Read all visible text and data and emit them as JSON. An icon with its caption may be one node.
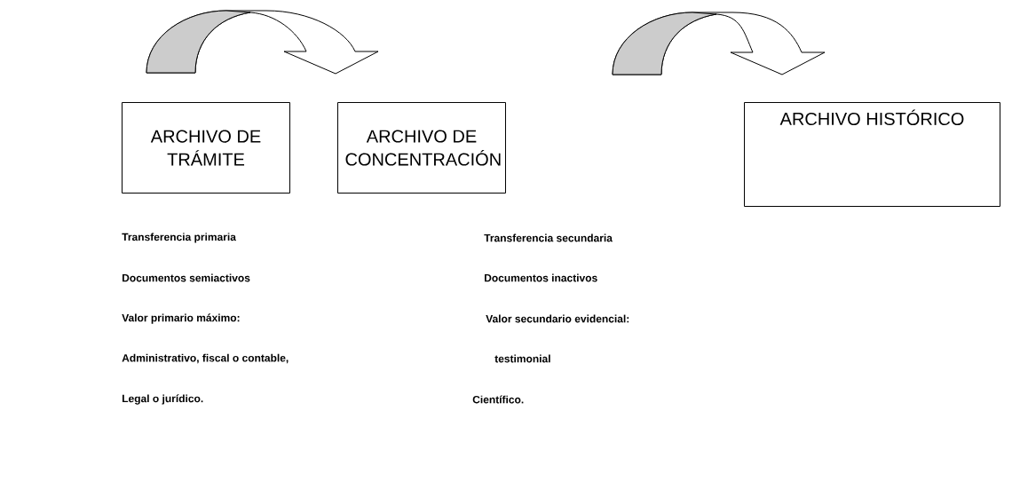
{
  "diagram": {
    "nodes": [
      {
        "text": [
          "ARCHIVO DE TRÁMITE"
        ]
      },
      {
        "text": [
          "ARCHIVO DE CONCENTRACIÓN"
        ]
      },
      {
        "text": [
          "ARCHIVO HISTÓRICO"
        ]
      }
    ],
    "edges": [
      {
        "from": 0,
        "to": 1,
        "arrow": "to"
      },
      {
        "from": 1,
        "to": 2,
        "arrow": "to"
      }
    ],
    "labels": [
      "Transferencia primaria",
      "Transferencia secundaria",
      "Documentos semiactivos",
      "Documentos inactivos",
      "Valor primario máximo:",
      "Valor secundario evidencial:",
      "Administrativo, fiscal o contable,",
      "testimonial",
      "Legal o jurídico.",
      "Científico."
    ]
  }
}
